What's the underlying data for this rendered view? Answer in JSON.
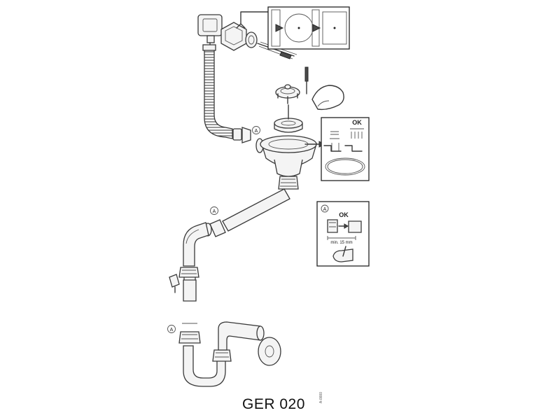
{
  "diagram": {
    "model_code": "GER 020",
    "code_suffix": "A-0000",
    "callout_ok_label": "OK",
    "detail_a_ok_label": "OK",
    "marker_letter": "A",
    "min_label": "min. 15 mm"
  }
}
